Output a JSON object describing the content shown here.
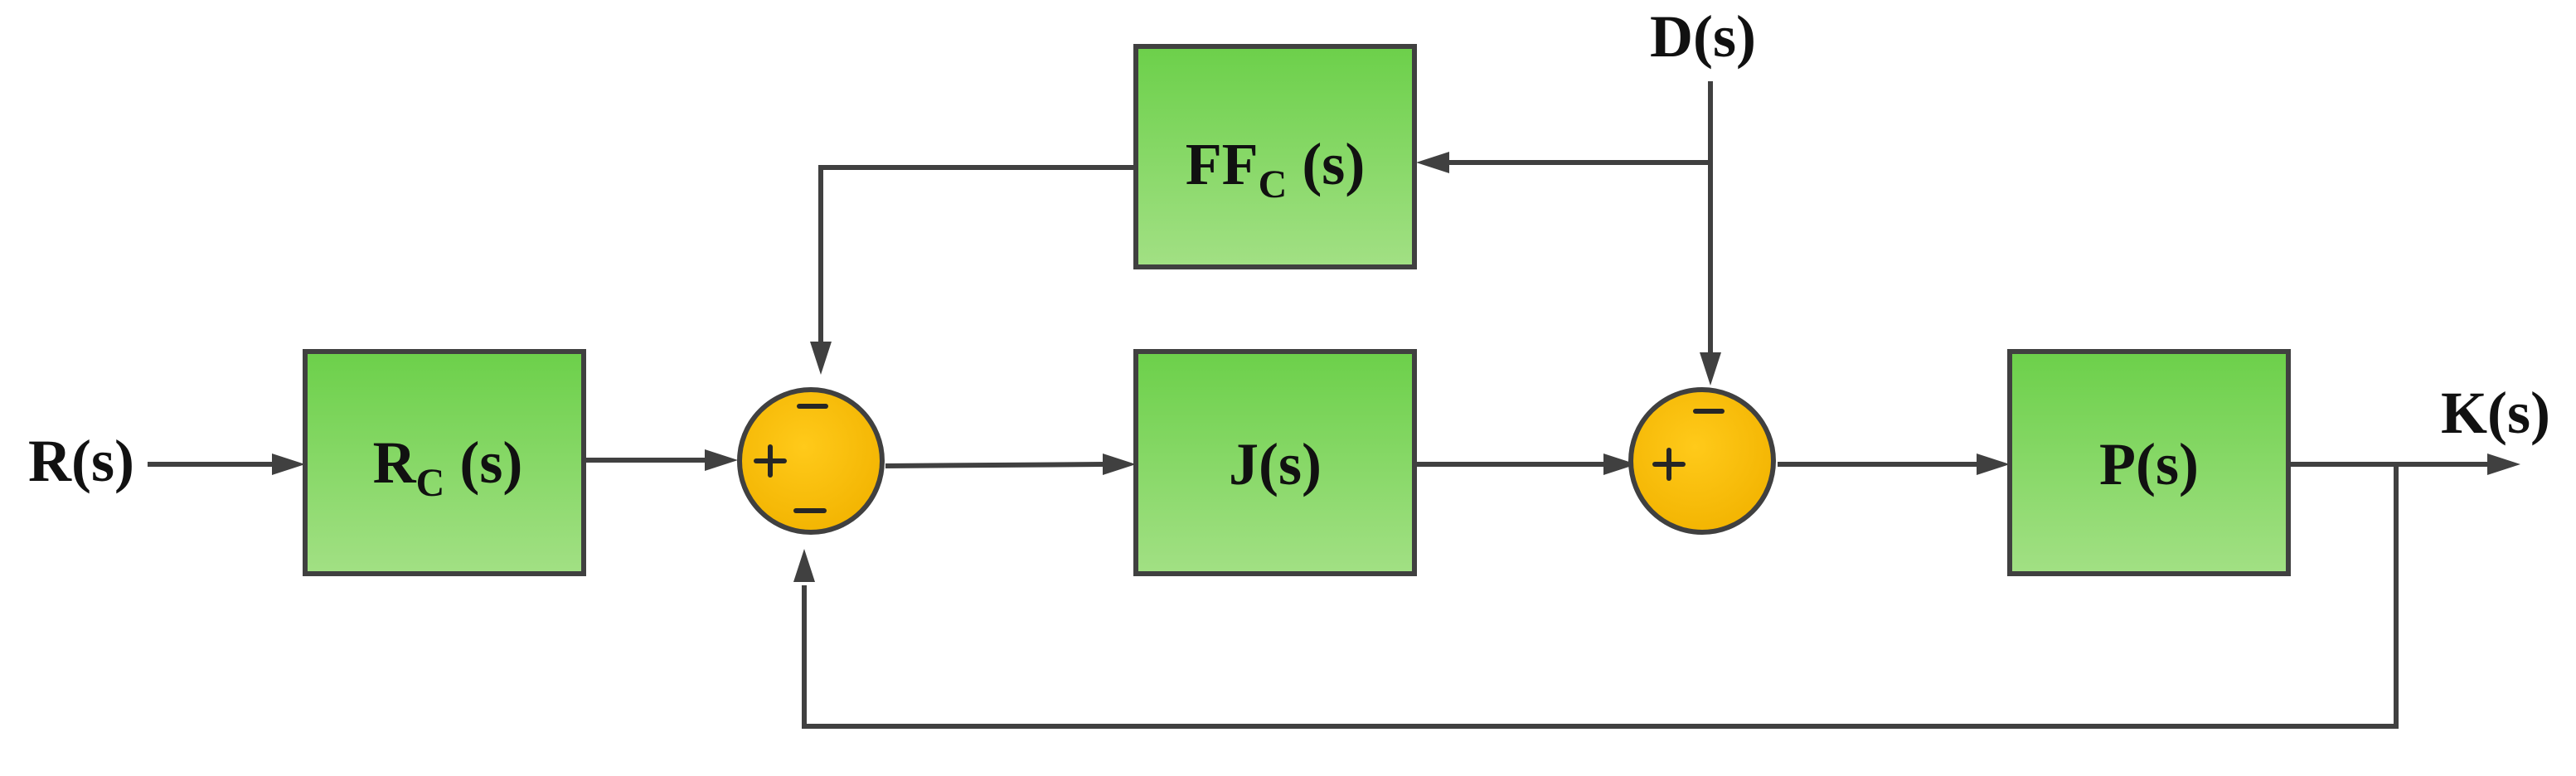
{
  "signals": {
    "input": "R(s)",
    "disturbance": "D(s)",
    "output": "K(s)"
  },
  "blocks": {
    "feedforward": {
      "main": "FF",
      "sub": "C",
      "arg": " (s)"
    },
    "reference": {
      "main": "R",
      "sub": "C",
      "arg": " (s)"
    },
    "controller": {
      "main": "J(s)"
    },
    "plant": {
      "main": "P(s)"
    }
  },
  "summing_junctions": {
    "left": {
      "signs": [
        "-",
        "+",
        "-"
      ]
    },
    "right": {
      "signs": [
        "-",
        "+"
      ]
    }
  },
  "colors": {
    "block_top": "#6cd04a",
    "block_bottom": "#a2e084",
    "sum_fill": "#ffc000",
    "line": "#404040"
  }
}
